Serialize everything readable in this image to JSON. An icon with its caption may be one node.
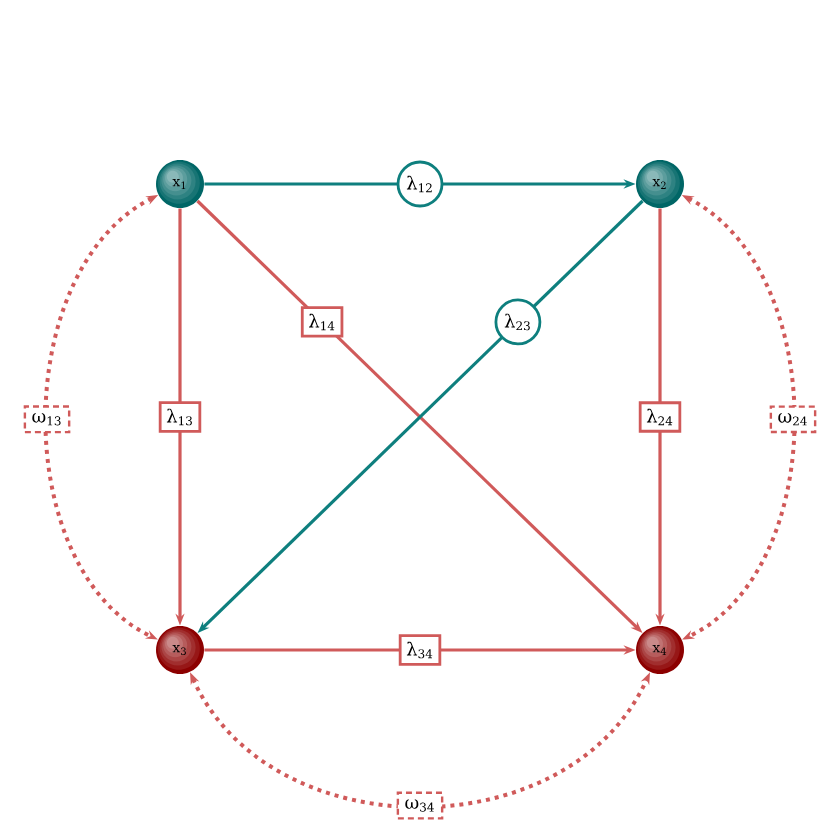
{
  "diagram": {
    "nodes": [
      {
        "text": [
          "x$_{1}$"
        ]
      },
      {
        "text": [
          "x$_{2}$"
        ]
      },
      {
        "text": [
          "x$_{3}$"
        ]
      },
      {
        "text": [
          "x$_{4}$"
        ]
      }
    ],
    "edges": [
      {
        "from": 0,
        "to": 1,
        "arrow": "to",
        "label": "λ$_{12}$",
        "color": "#0e7f7e"
      },
      {
        "from": 0,
        "to": 2,
        "arrow": "to",
        "label": "λ$_{13}$"
      },
      {
        "from": 0,
        "to": 3,
        "arrow": "to",
        "label": "λ$_{14}$"
      },
      {
        "from": 1,
        "to": 2,
        "arrow": "to",
        "label": "λ$_{23}$",
        "color": "#0e7f7e"
      },
      {
        "from": 1,
        "to": 3,
        "arrow": "to",
        "label": "λ$_{24}$"
      },
      {
        "from": 2,
        "to": 3,
        "arrow": "to",
        "label": "λ$_{34}$"
      },
      {
        "from": 0,
        "to": 2,
        "arrow": "both",
        "label": "ω$_{13}$",
        "style": "dashed"
      },
      {
        "from": 1,
        "to": 3,
        "arrow": "both",
        "label": "ω$_{24}$",
        "style": "dashed"
      },
      {
        "from": 2,
        "to": 3,
        "arrow": "both",
        "label": "ω$_{34}$",
        "style": "dashed"
      }
    ]
  }
}
